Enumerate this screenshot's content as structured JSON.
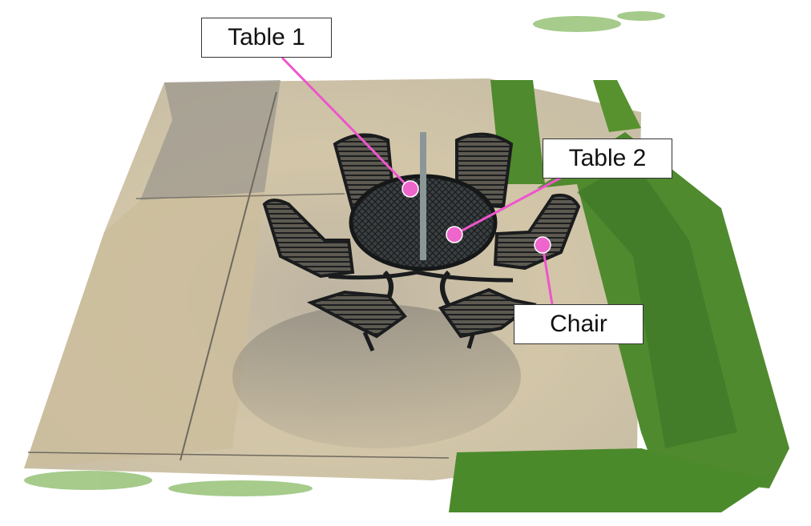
{
  "colors": {
    "annotation": "#ee55cc",
    "concrete": "#cfc3aa",
    "grass": "#4f8a2e",
    "furniture": "#2a2d2e"
  },
  "annotations": [
    {
      "id": "table1",
      "label": "Table 1"
    },
    {
      "id": "table2",
      "label": "Table 2"
    },
    {
      "id": "chair",
      "label": "Chair"
    }
  ]
}
